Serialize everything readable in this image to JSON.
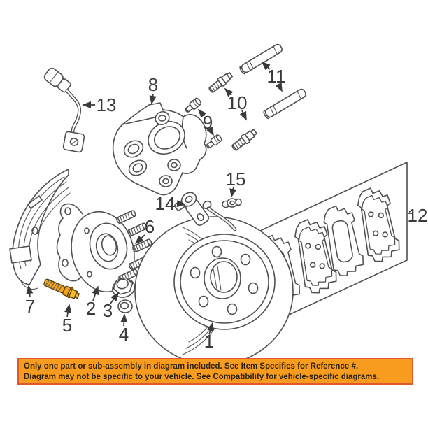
{
  "diagram": {
    "callouts": [
      "1",
      "2",
      "3",
      "4",
      "5",
      "6",
      "7",
      "8",
      "9",
      "10",
      "11",
      "12",
      "13",
      "14",
      "15"
    ],
    "highlight_color": "#f2a31e",
    "highlight_head_color": "#f7b92e",
    "line_color": "#4f4f4f"
  },
  "banner": {
    "line1": "Only one part or sub-assembly in diagram included. See Item Specifics for Reference #.",
    "line2": "Diagram may not be specific to your vehicle. See Compatibility for vehicle-specific diagrams.",
    "background_color": "#f79c1e",
    "border_color": "#e0582b",
    "text_color": "#2e2212"
  }
}
